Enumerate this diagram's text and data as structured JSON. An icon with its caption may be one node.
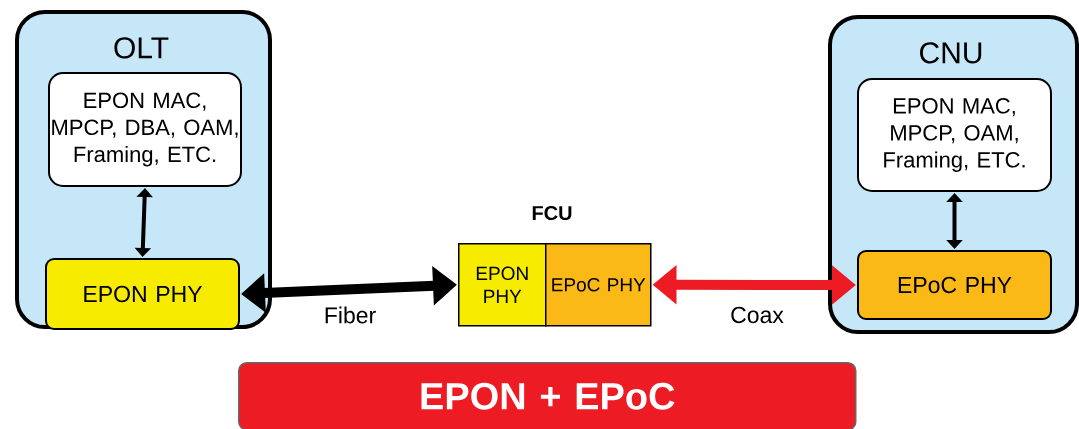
{
  "diagram": {
    "nodes": [
      {
        "text": [
          "OLT"
        ]
      },
      {
        "text": [
          "EPON MAC, MPCP, DBA, OAM, Framing, ETC."
        ],
        "in": 0
      },
      {
        "text": [
          "EPON PHY"
        ],
        "in": 0
      },
      {
        "text": [
          "EPON PHY"
        ]
      },
      {
        "text": [
          "EPoC PHY"
        ]
      },
      {
        "text": [
          "CNU"
        ]
      },
      {
        "text": [
          "EPON MAC, MPCP, OAM, Framing, ETC."
        ],
        "in": 5
      },
      {
        "text": [
          "EPoC PHY"
        ],
        "in": 5
      },
      {
        "text": [
          "EPON + EPoC"
        ]
      }
    ],
    "edges": [
      {
        "from": 1,
        "to": 2,
        "arrow": "both"
      },
      {
        "from": 2,
        "to": 3,
        "arrow": "both",
        "label": "Fiber",
        "style": "thick"
      },
      {
        "from": 4,
        "to": 7,
        "arrow": "both",
        "label": "Coax",
        "style": "thick",
        "color": "#ed1c24"
      },
      {
        "from": 6,
        "to": 7,
        "arrow": "both"
      }
    ],
    "labels": [
      "FCU"
    ]
  }
}
